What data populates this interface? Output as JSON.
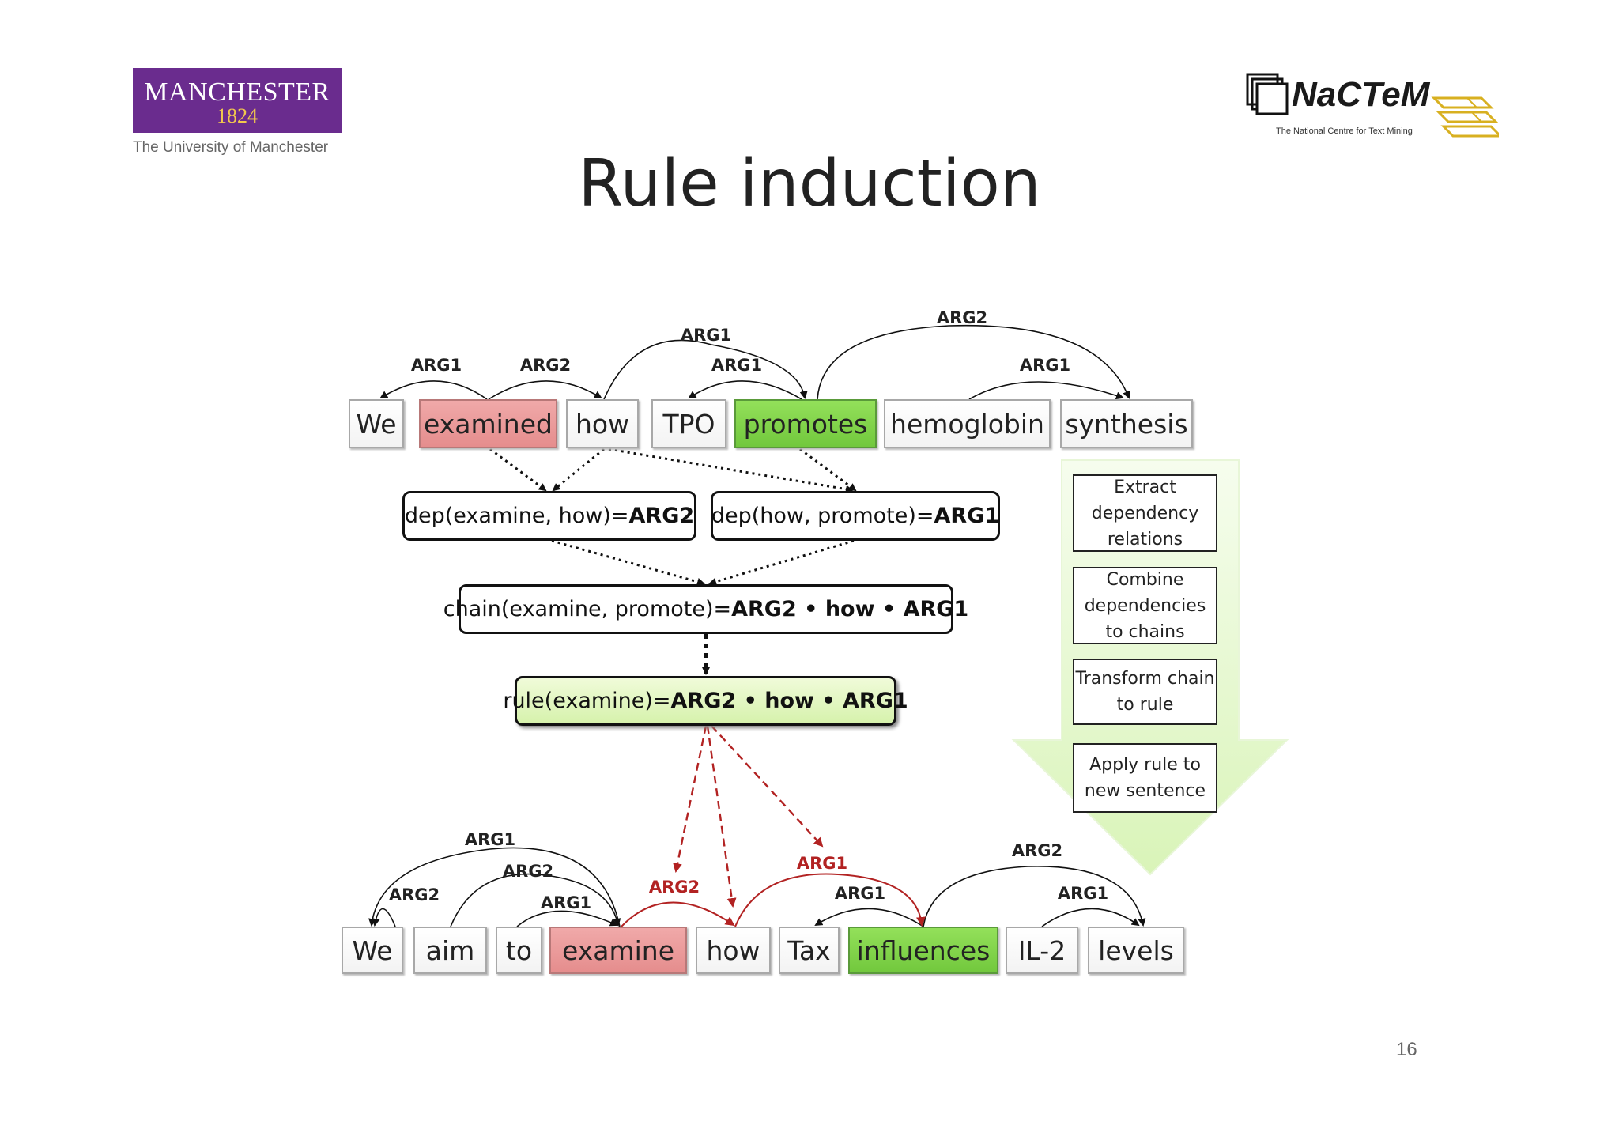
{
  "slide": {
    "title": "Rule induction",
    "page_number": "16"
  },
  "logos": {
    "manchester": {
      "name": "MANCHESTER",
      "year": "1824",
      "subtitle": "The University of Manchester"
    },
    "nactem": {
      "name": "NaCTeM",
      "subtitle": "The National Centre for Text Mining"
    }
  },
  "sentence1": {
    "tokens": [
      "We",
      "examined",
      "how",
      "TPO",
      "promotes",
      "hemoglobin",
      "synthesis"
    ],
    "arcs": [
      {
        "label": "ARG1",
        "from": "examined",
        "to": "We"
      },
      {
        "label": "ARG2",
        "from": "examined",
        "to": "how"
      },
      {
        "label": "ARG1",
        "from": "how",
        "to": "promotes"
      },
      {
        "label": "ARG1",
        "from": "promotes",
        "to": "TPO"
      },
      {
        "label": "ARG2",
        "from": "promotes",
        "to": "synthesis"
      },
      {
        "label": "ARG1",
        "from": "hemoglobin",
        "to": "synthesis"
      }
    ]
  },
  "dependencies": [
    {
      "prefix": "dep(examine, how)=",
      "role": "ARG2"
    },
    {
      "prefix": "dep(how, promote)=",
      "role": "ARG1"
    }
  ],
  "chain": {
    "prefix": "chain(examine, promote)=",
    "role": "ARG2 • how • ARG1"
  },
  "rule": {
    "prefix": "rule(examine)=",
    "role": "ARG2 • how • ARG1"
  },
  "steps": [
    "Extract dependency relations",
    "Combine dependencies to chains",
    "Transform chain to rule",
    "Apply rule to new sentence"
  ],
  "sentence2": {
    "tokens": [
      "We",
      "aim",
      "to",
      "examine",
      "how",
      "Tax",
      "influences",
      "IL-2",
      "levels"
    ],
    "arcs": [
      {
        "label": "ARG1",
        "from": "examine",
        "to": "We"
      },
      {
        "label": "ARG2",
        "from": "aim",
        "to": "We"
      },
      {
        "label": "ARG2",
        "from": "aim",
        "to": "examine"
      },
      {
        "label": "ARG1",
        "from": "to",
        "to": "examine"
      },
      {
        "label": "ARG2",
        "from": "examine",
        "to": "how",
        "induced": true
      },
      {
        "label": "ARG1",
        "from": "how",
        "to": "influences",
        "induced": true
      },
      {
        "label": "ARG1",
        "from": "influences",
        "to": "Tax"
      },
      {
        "label": "ARG2",
        "from": "influences",
        "to": "levels"
      },
      {
        "label": "ARG1",
        "from": "IL-2",
        "to": "levels"
      }
    ]
  },
  "colors": {
    "predicate_red": "#e58d8d",
    "predicate_green": "#72c83d",
    "induced_arc": "#b22222",
    "logo_purple": "#6a2c8e",
    "logo_gold": "#f2c94c",
    "flow_arrow": "#e3f8c8"
  }
}
